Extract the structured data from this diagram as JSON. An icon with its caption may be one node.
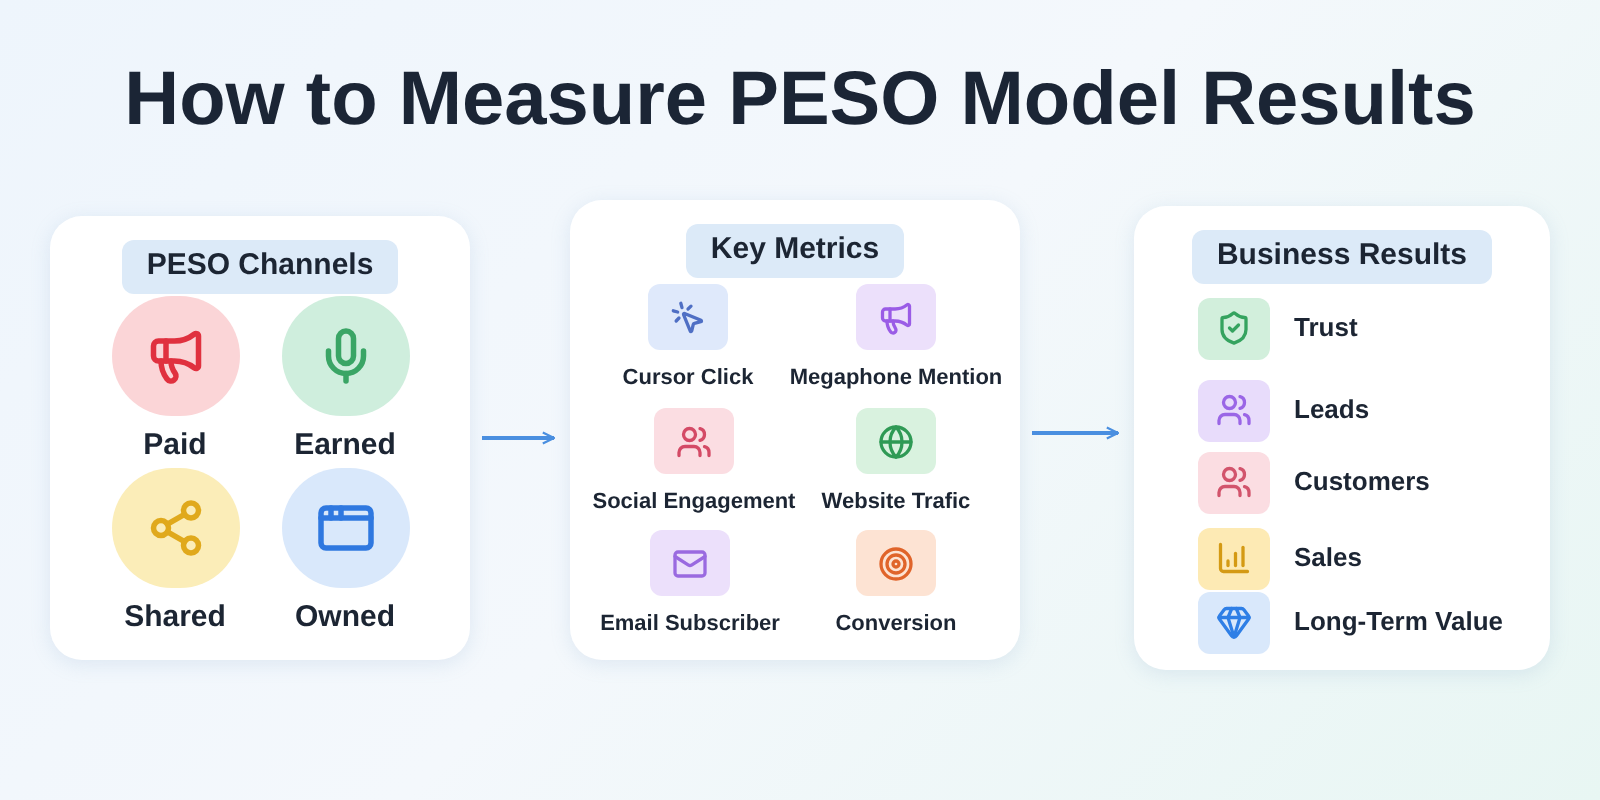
{
  "diagram": {
    "title": "How to Measure PESO Model Results",
    "nodes": [
      {
        "text": [
          "PESO Channels"
        ]
      },
      {
        "text": [
          "Paid"
        ],
        "in": 0
      },
      {
        "text": [
          "Earned"
        ],
        "in": 0
      },
      {
        "text": [
          "Shared"
        ],
        "in": 0
      },
      {
        "text": [
          "Owned"
        ],
        "in": 0
      },
      {
        "text": [
          "Key Metrics"
        ]
      },
      {
        "text": [
          "Cursor Click"
        ],
        "in": 5
      },
      {
        "text": [
          "Megaphone Mention"
        ],
        "in": 5
      },
      {
        "text": [
          "Social Engagement"
        ],
        "in": 5
      },
      {
        "text": [
          "Website Trafic"
        ],
        "in": 5
      },
      {
        "text": [
          "Email Subscriber"
        ],
        "in": 5
      },
      {
        "text": [
          "Conversion"
        ],
        "in": 5
      },
      {
        "text": [
          "Business Results"
        ]
      },
      {
        "text": [
          "Trust"
        ],
        "in": 12
      },
      {
        "text": [
          "Leads"
        ],
        "in": 12
      },
      {
        "text": [
          "Customers"
        ],
        "in": 12
      },
      {
        "text": [
          "Sales"
        ],
        "in": 12
      },
      {
        "text": [
          "Long-Term Value"
        ],
        "in": 12
      }
    ],
    "edges": [
      {
        "from": 0,
        "to": 5,
        "arrow": "to"
      },
      {
        "from": 5,
        "to": 12,
        "arrow": "to"
      }
    ]
  }
}
